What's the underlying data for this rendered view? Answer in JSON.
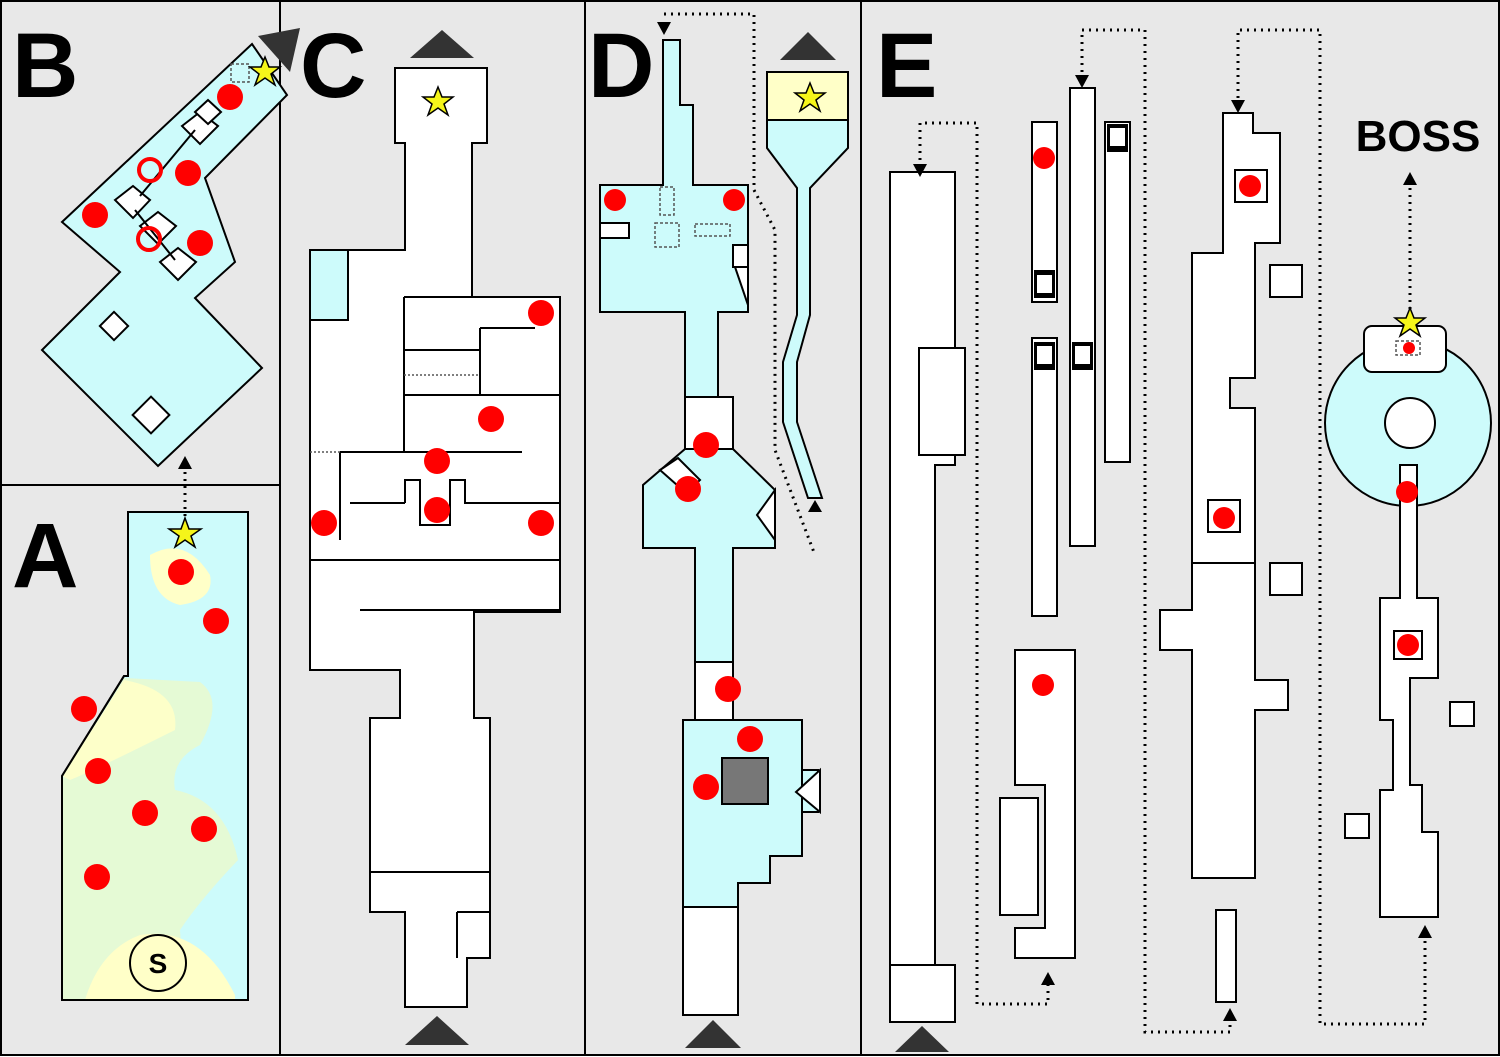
{
  "sections": [
    {
      "id": "A",
      "label": "A"
    },
    {
      "id": "B",
      "label": "B"
    },
    {
      "id": "C",
      "label": "C"
    },
    {
      "id": "D",
      "label": "D"
    },
    {
      "id": "E",
      "label": "E"
    }
  ],
  "boss_label": "BOSS",
  "start_marker": "S",
  "colors": {
    "background": "#e8e8e8",
    "room": "#ffffff",
    "water": "#cdfbfb",
    "sand": "#ffffc8",
    "enemy_dot": "#ff0000",
    "star": "#f5f51a",
    "gate": "#333333"
  },
  "legend_icons": [
    "red-dot-enemy-icon",
    "star-goal-icon",
    "triangle-exit-icon",
    "dotted-path-icon"
  ]
}
